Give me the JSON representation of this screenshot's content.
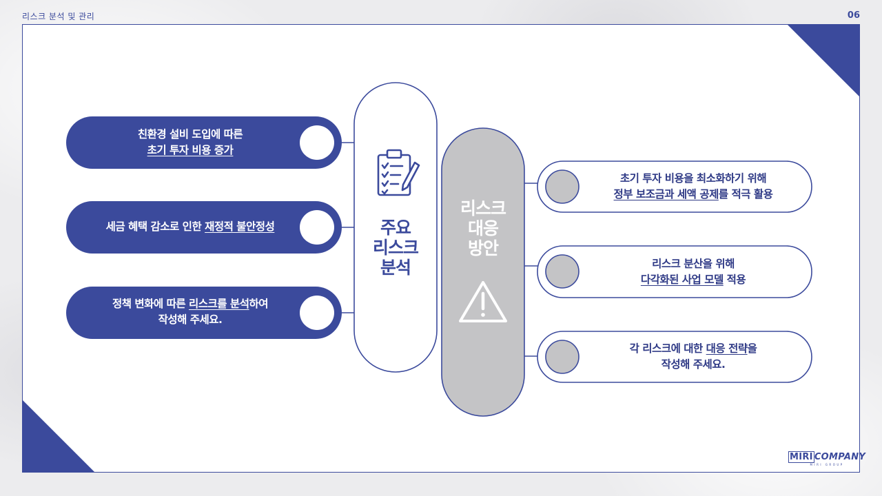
{
  "header": {
    "breadcrumb": "리스크 분석 및 관리",
    "page_number": "06"
  },
  "left_panel": {
    "title_lines": [
      "주요",
      "리스크",
      "분석"
    ],
    "icon": "clipboard-checklist-icon",
    "items": [
      {
        "pre": "친환경 설비 도입에 따른",
        "u": "초기 투자 비용 증가",
        "post": ""
      },
      {
        "pre": "세금 혜택 감소로 인한 ",
        "u": "재정적 불안정성",
        "post": ""
      },
      {
        "pre": "정책 변화에 따른 ",
        "u": "리스크를 분석",
        "post": "하여",
        "line2": "작성해 주세요."
      }
    ]
  },
  "right_panel": {
    "title_lines": [
      "리스크",
      "대응",
      "방안"
    ],
    "icon": "warning-triangle-icon",
    "items": [
      {
        "line1": "초기 투자 비용을 최소화하기 위해",
        "u": "정부 보조금과 세액 공제",
        "post": "를 적극 활용"
      },
      {
        "line1": "리스크 분산을 위해",
        "u": "다각화된 사업 모델",
        "post": " 적용"
      },
      {
        "pre": "각 리스크에 대한 ",
        "u": "대응 전략",
        "post": "을",
        "line2": "작성해 주세요."
      }
    ]
  },
  "colors": {
    "primary": "#3b4a9c",
    "secondary_gray": "#c4c4c6",
    "white": "#ffffff"
  },
  "logo": {
    "main": "COMPANY",
    "mark": "MIRI",
    "sub": "MIRI GROUP"
  }
}
